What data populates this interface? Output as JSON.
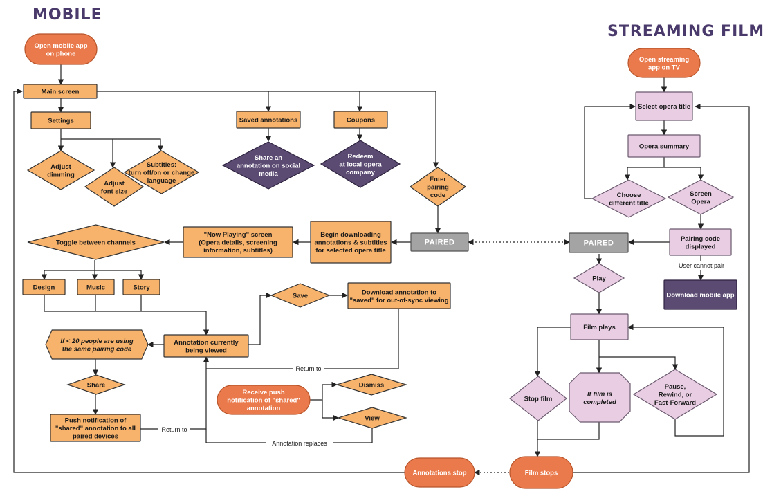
{
  "titles": {
    "mobile": "MOBILE",
    "streaming": "STREAMING FILM"
  },
  "colors": {
    "orange": "#f7b26b",
    "orange_stroke": "#333333",
    "coral": "#ea7a4c",
    "purple_dark": "#5b4a72",
    "lilac": "#e8cde3",
    "gray": "#a4a4a4"
  },
  "nodes": {
    "open_mobile": [
      "Open mobile app",
      "on phone"
    ],
    "main_screen": [
      "Main screen"
    ],
    "settings": [
      "Settings"
    ],
    "saved_annotations": [
      "Saved annotations"
    ],
    "coupons": [
      "Coupons"
    ],
    "adjust_dimming": [
      "Adjust",
      "dimming"
    ],
    "adjust_font": [
      "Adjust",
      "font size"
    ],
    "subtitles": [
      "Subtitles:",
      "turn off/on or change",
      "language"
    ],
    "share_social": [
      "Share an",
      "annotation on social",
      "media"
    ],
    "redeem": [
      "Redeem",
      "at local opera",
      "company"
    ],
    "enter_pairing": [
      "Enter",
      "pairing",
      "code"
    ],
    "toggle_channels": [
      "Toggle between channels"
    ],
    "now_playing": [
      "\"Now Playing\" screen",
      "(Opera details, screening",
      "information, subtitles)"
    ],
    "begin_download": [
      "Begin downloading",
      "annotations & subtitles",
      "for selected opera title"
    ],
    "paired_mobile": [
      "PAIRED"
    ],
    "design": [
      "Design"
    ],
    "music": [
      "Music"
    ],
    "story": [
      "Story"
    ],
    "save": [
      "Save"
    ],
    "download_saved": [
      "Download annotation to",
      "\"saved\" for out-of-sync viewing"
    ],
    "fewer_people": [
      "If < 20 people are using",
      "the same pairing code"
    ],
    "annotation_viewed": [
      "Annotation currently",
      "being viewed"
    ],
    "share": [
      "Share"
    ],
    "push_notification": [
      "Push notification of",
      "\"shared\" annotation to all",
      "paired devices"
    ],
    "receive_push": [
      "Receive push",
      "notification of \"shared\"",
      "annotation"
    ],
    "dismiss": [
      "Dismiss"
    ],
    "view": [
      "View"
    ],
    "annotations_stop": [
      "Annotations stop"
    ],
    "open_streaming": [
      "Open streaming",
      "app on TV"
    ],
    "select_opera": [
      "Select opera title"
    ],
    "opera_summary": [
      "Opera summary"
    ],
    "choose_different": [
      "Choose",
      "different title"
    ],
    "screen_opera": [
      "Screen",
      "Opera"
    ],
    "pairing_displayed": [
      "Pairing code",
      "displayed"
    ],
    "paired_tv": [
      "PAIRED"
    ],
    "play": [
      "Play"
    ],
    "download_mobile": [
      "Download mobile app"
    ],
    "film_plays": [
      "Film plays"
    ],
    "stop_film": [
      "Stop film"
    ],
    "film_completed": [
      "If film is",
      "completed"
    ],
    "pause_rewind": [
      "Pause,",
      "Rewind, or",
      "Fast-Forward"
    ],
    "film_stops": [
      "Film stops"
    ]
  },
  "edge_labels": {
    "return_to_1": "Return to",
    "return_to_2": "Return to",
    "annotation_replaces": "Annotation replaces",
    "user_cannot_pair": "User cannot pair"
  }
}
